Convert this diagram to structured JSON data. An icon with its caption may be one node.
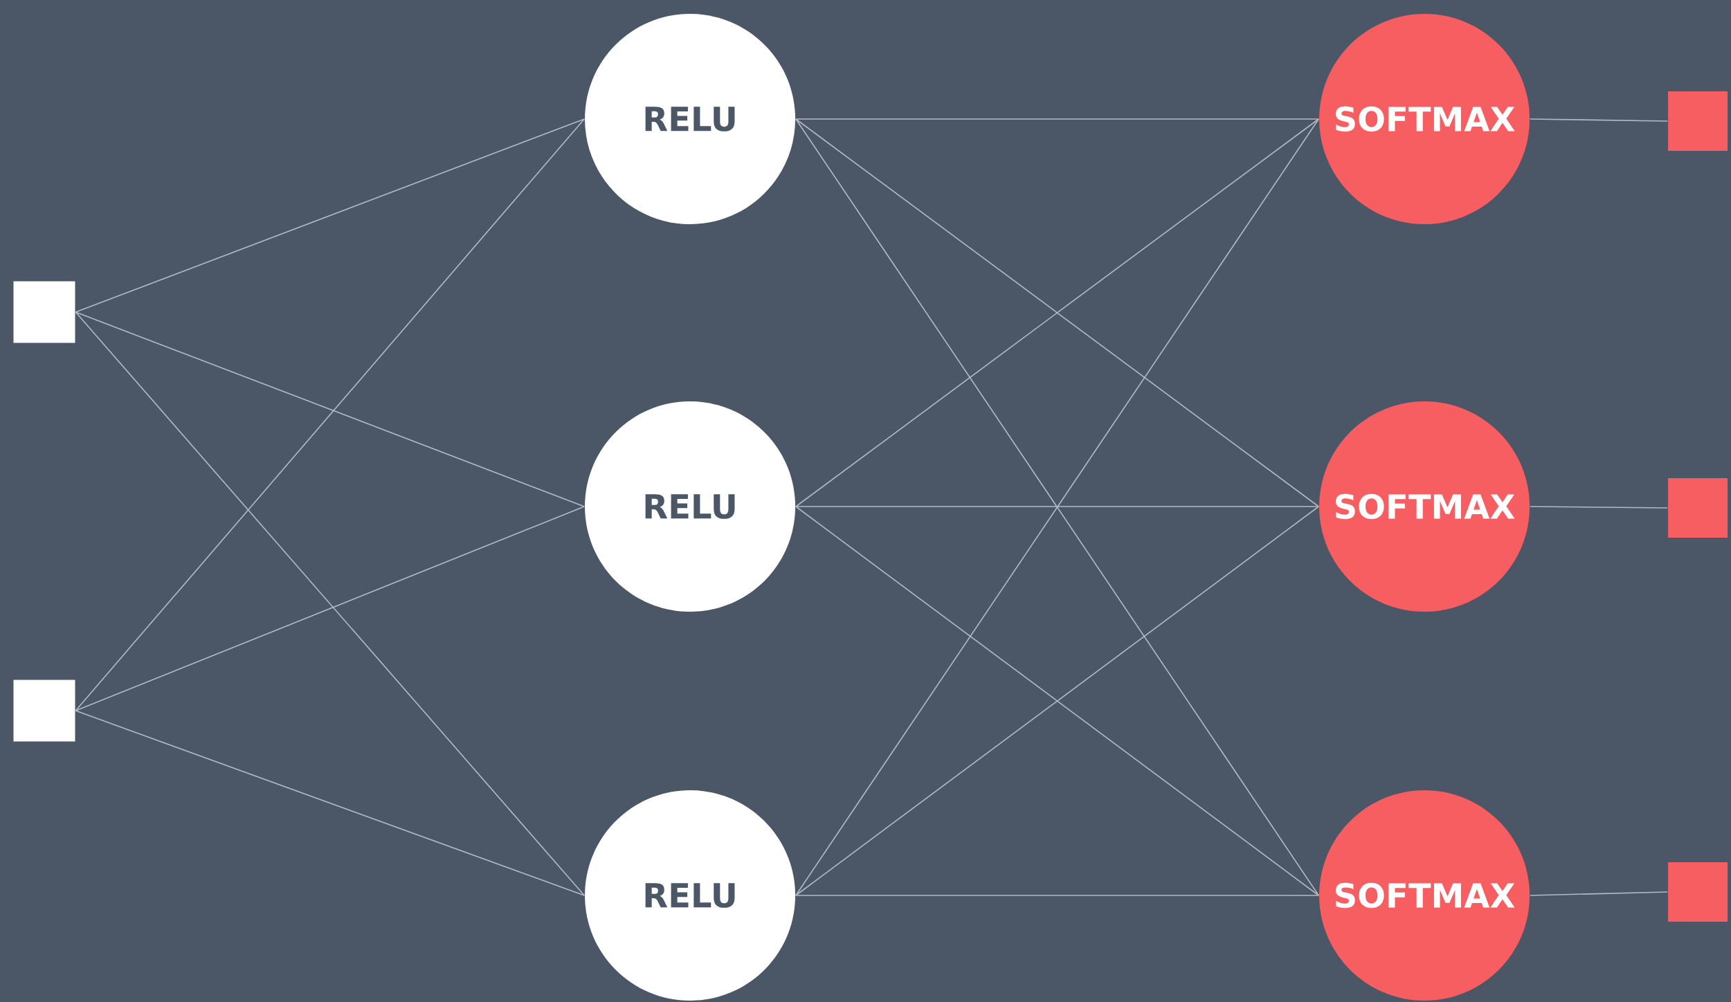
{
  "diagram": {
    "nodes": [
      {
        "text": [],
        "shape": "box"
      },
      {
        "text": [],
        "shape": "box"
      },
      {
        "text": [
          "RELU"
        ]
      },
      {
        "text": [
          "RELU"
        ]
      },
      {
        "text": [
          "RELU"
        ]
      },
      {
        "text": [
          "SOFTMAX"
        ]
      },
      {
        "text": [
          "SOFTMAX"
        ]
      },
      {
        "text": [
          "SOFTMAX"
        ]
      },
      {
        "text": [],
        "shape": "box"
      },
      {
        "text": [],
        "shape": "box"
      },
      {
        "text": [],
        "shape": "box"
      }
    ],
    "edges": [
      {
        "from": 0,
        "to": 2,
        "arrow": "none"
      },
      {
        "from": 0,
        "to": 3,
        "arrow": "none"
      },
      {
        "from": 0,
        "to": 4,
        "arrow": "none"
      },
      {
        "from": 1,
        "to": 2,
        "arrow": "none"
      },
      {
        "from": 1,
        "to": 3,
        "arrow": "none"
      },
      {
        "from": 1,
        "to": 4,
        "arrow": "none"
      },
      {
        "from": 2,
        "to": 5,
        "arrow": "none"
      },
      {
        "from": 2,
        "to": 6,
        "arrow": "none"
      },
      {
        "from": 2,
        "to": 7,
        "arrow": "none"
      },
      {
        "from": 3,
        "to": 5,
        "arrow": "none"
      },
      {
        "from": 3,
        "to": 6,
        "arrow": "none"
      },
      {
        "from": 3,
        "to": 7,
        "arrow": "none"
      },
      {
        "from": 4,
        "to": 5,
        "arrow": "none"
      },
      {
        "from": 4,
        "to": 6,
        "arrow": "none"
      },
      {
        "from": 4,
        "to": 7,
        "arrow": "none"
      },
      {
        "from": 5,
        "to": 8,
        "arrow": "none"
      },
      {
        "from": 6,
        "to": 9,
        "arrow": "none"
      },
      {
        "from": 7,
        "to": 10,
        "arrow": "none"
      }
    ]
  }
}
